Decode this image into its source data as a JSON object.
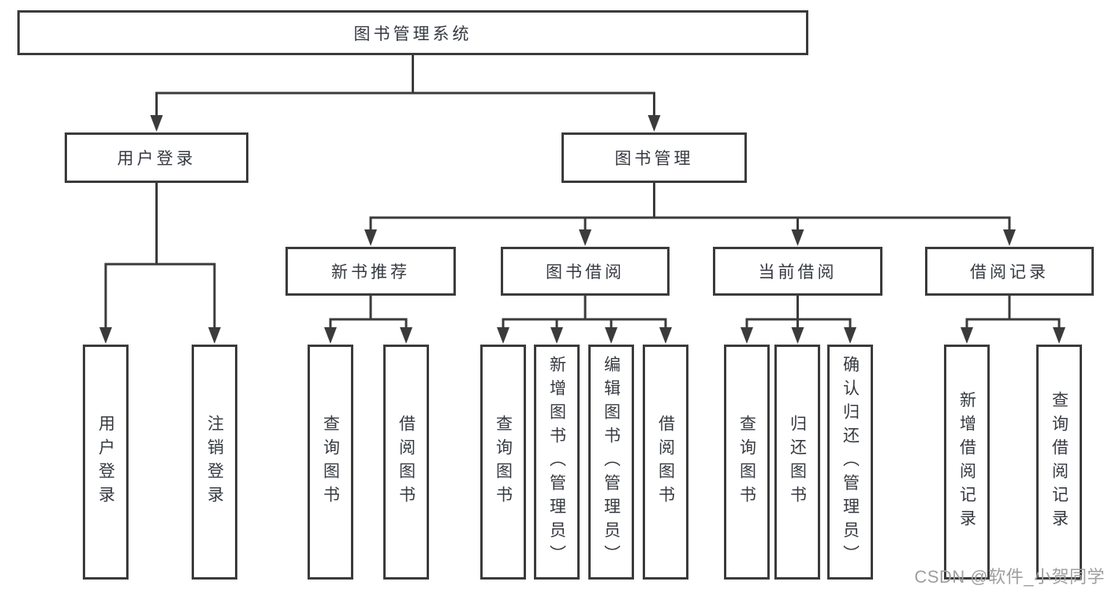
{
  "tree": {
    "root": "图书管理系统",
    "branches": [
      {
        "label": "用户登录",
        "children": [
          {
            "label": "用户登录"
          },
          {
            "label": "注销登录"
          }
        ]
      },
      {
        "label": "图书管理",
        "children": [
          {
            "label": "新书推荐",
            "children": [
              {
                "label": "查询图书"
              },
              {
                "label": "借阅图书"
              }
            ]
          },
          {
            "label": "图书借阅",
            "children": [
              {
                "label": "查询图书"
              },
              {
                "label": "新增图书（管理员）"
              },
              {
                "label": "编辑图书（管理员）"
              },
              {
                "label": "借阅图书"
              }
            ]
          },
          {
            "label": "当前借阅",
            "children": [
              {
                "label": "查询图书"
              },
              {
                "label": "归还图书"
              },
              {
                "label": "确认归还（管理员）"
              }
            ]
          },
          {
            "label": "借阅记录",
            "children": [
              {
                "label": "新增借阅记录"
              },
              {
                "label": "查询借阅记录"
              }
            ]
          }
        ]
      }
    ]
  },
  "watermark": {
    "text": "CSDN @软件_小贺同学"
  },
  "colors": {
    "line": "#3b3b3b",
    "box_border": "#3b3b3b",
    "text": "#363a40",
    "watermark": "#9f9f9f",
    "background": "#ffffff"
  }
}
